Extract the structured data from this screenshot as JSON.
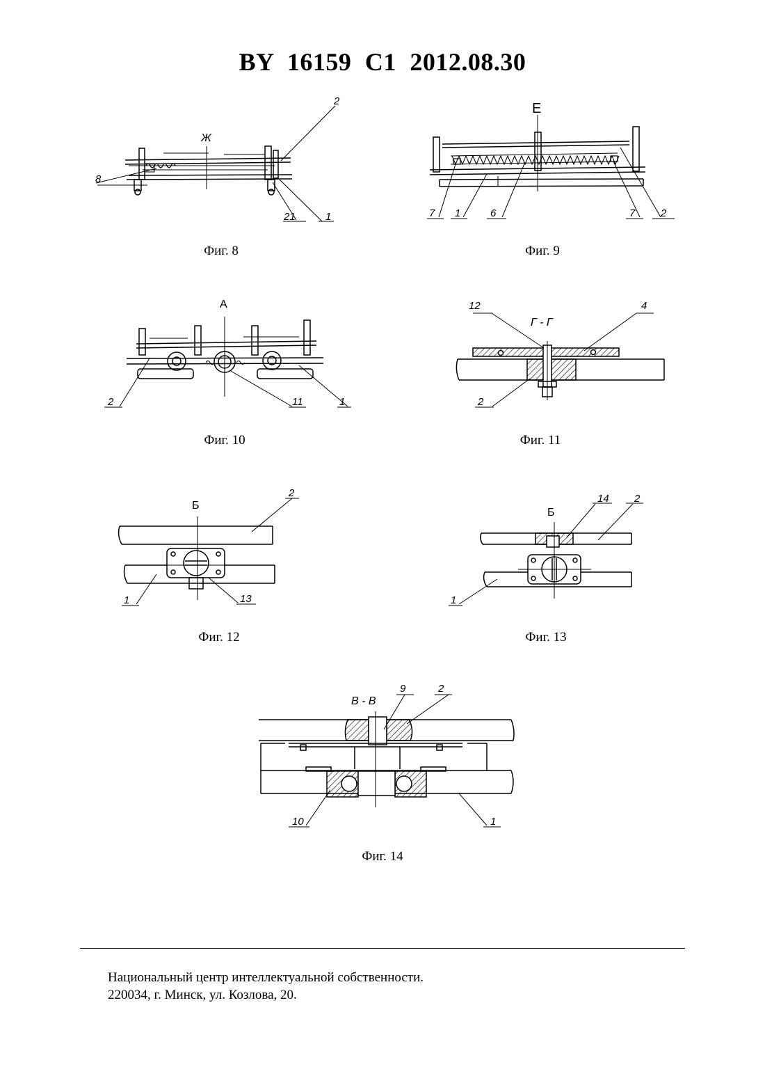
{
  "header": {
    "document_id": "BY  16159  C1  2012.08.30"
  },
  "figures": {
    "fig8": {
      "caption": "Фиг. 8",
      "section": "Ж",
      "labels": {
        "l2": "2",
        "l8": "8",
        "l21": "21",
        "l1": "1"
      }
    },
    "fig9": {
      "caption": "Фиг. 9",
      "section": "Е",
      "labels": {
        "l7a": "7",
        "l1": "1",
        "l6": "6",
        "l7b": "7",
        "l2": "2"
      }
    },
    "fig10": {
      "caption": "Фиг. 10",
      "section": "А",
      "labels": {
        "l2": "2",
        "l11": "11",
        "l1": "1"
      }
    },
    "fig11": {
      "caption": "Фиг. 11",
      "section": "Г - Г",
      "labels": {
        "l12": "12",
        "l4": "4",
        "l2": "2"
      }
    },
    "fig12": {
      "caption": "Фиг. 12",
      "section": "Б",
      "labels": {
        "l2": "2",
        "l1": "1",
        "l13": "13"
      }
    },
    "fig13": {
      "caption": "Фиг. 13",
      "section": "Б",
      "labels": {
        "l14": "14",
        "l2": "2",
        "l1": "1"
      }
    },
    "fig14": {
      "caption": "Фиг. 14",
      "section": "В - В",
      "labels": {
        "l9": "9",
        "l2": "2",
        "l10": "10",
        "l1": "1"
      }
    }
  },
  "footer": {
    "line1": "Национальный центр интеллектуальной собственности.",
    "line2": "220034, г. Минск, ул. Козлова, 20."
  }
}
